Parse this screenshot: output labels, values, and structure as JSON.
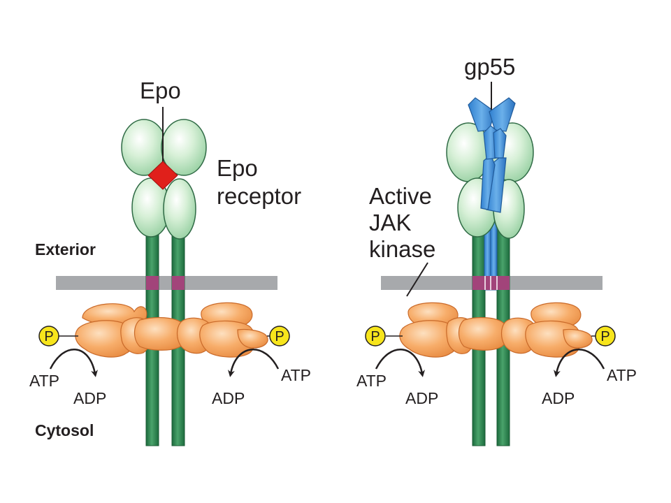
{
  "labels": {
    "epo": "Epo",
    "epo_receptor_line1": "Epo",
    "epo_receptor_line2": "receptor",
    "exterior": "Exterior",
    "cytosol": "Cytosol",
    "gp55": "gp55",
    "active_line1": "Active",
    "active_line2": "JAK",
    "active_line3": "kinase",
    "atp": "ATP",
    "adp": "ADP",
    "phosphate": "P"
  },
  "colors": {
    "receptor_domain": "#c5e8c6",
    "receptor_domain_stroke": "#2f6a45",
    "receptor_stalk": "#2f8a55",
    "membrane": "#a7a9ac",
    "membrane_segment": "#a2447a",
    "epo": "#e0201b",
    "gp55": "#3d8fd6",
    "jak": "#f5a864",
    "jak_stroke": "#c96a2a",
    "phosphate": "#f7e51c"
  }
}
